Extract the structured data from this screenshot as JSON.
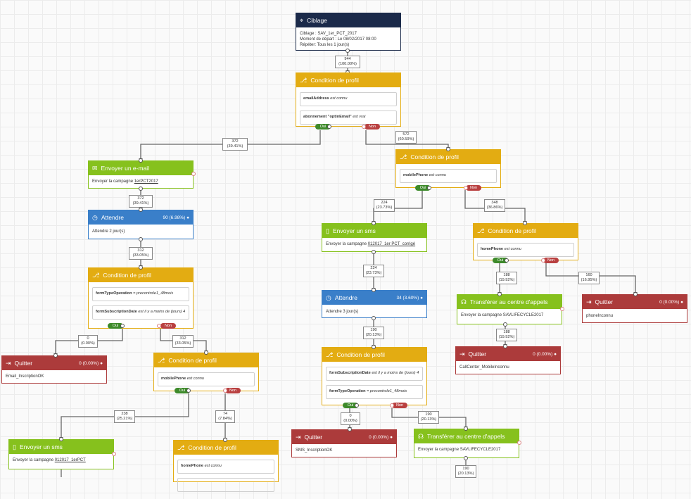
{
  "nodes": {
    "ciblage": {
      "title": "Ciblage",
      "line1": "Ciblage : SAV_1er_PCT_2017",
      "line2": "Moment de départ : Le 08/02/2017 08:00",
      "line3": "Répéter: Tous les 1 jour(s)"
    },
    "cond1": {
      "title": "Condition de profil",
      "c1_field": "emailAddress",
      "c1_op": "est connu",
      "c2_field": "abonnement \"optinEmail\"",
      "c2_op": "est vrai"
    },
    "email1": {
      "title": "Envoyer un e-mail",
      "text": "Envoyer la campagne",
      "campaign": "1erPCT2017"
    },
    "wait1": {
      "title": "Attendre",
      "count": "90 (6.98%)",
      "text": "Attendre 2 jour(s)"
    },
    "cond2": {
      "title": "Condition de profil",
      "c1_field": "formTypeOperation",
      "c1_op": "=",
      "c1_val": "precontrole1_48mois",
      "c2_field": "formSubscriptionDate",
      "c2_op": "est il y a moins de (jours)",
      "c2_val": "4"
    },
    "quit1": {
      "title": "Quitter",
      "count": "0 (0.00%)",
      "text": "Email_InscriptionOK"
    },
    "cond3": {
      "title": "Condition de profil",
      "c1_field": "mobilePhone",
      "c1_op": "est connu"
    },
    "sms2": {
      "title": "Envoyer un sms",
      "text": "Envoyer la campagne",
      "campaign": "012017_1erPCT"
    },
    "cond4": {
      "title": "Condition de profil",
      "c1_field": "homePhone",
      "c1_op": "est connu"
    },
    "cond5": {
      "title": "Condition de profil",
      "c1_field": "mobilePhone",
      "c1_op": "est connu"
    },
    "sms1": {
      "title": "Envoyer un sms",
      "text": "Envoyer la campagne",
      "campaign": "012017_1er PCT_corrigé"
    },
    "wait2": {
      "title": "Attendre",
      "count": "34 (3.60%)",
      "text": "Attendre 3 jour(s)"
    },
    "cond6": {
      "title": "Condition de profil",
      "c1_field": "formSubscriptionDate",
      "c1_op": "est il y a moins de (jours)",
      "c1_val": "4",
      "c2_field": "formTypeOperation",
      "c2_op": "=",
      "c2_val": "precontrole1_48mois"
    },
    "quit2": {
      "title": "Quitter",
      "count": "0 (0.00%)",
      "text": "SMS_InscriptionOK"
    },
    "call2": {
      "title": "Transférer au centre d'appels",
      "text": "Envoyer la campagne SAVLIFECYCLE2017"
    },
    "cond7": {
      "title": "Condition de profil",
      "c1_field": "homePhone",
      "c1_op": "est connu"
    },
    "call1": {
      "title": "Transférer au centre d'appels",
      "text": "Envoyer la campagne SAVLIFECYCLE2017"
    },
    "quit3": {
      "title": "Quitter",
      "count": "0 (0.00%)",
      "text": "CallCenter_MobileInconnu"
    },
    "quit4": {
      "title": "Quitter",
      "count": "0 (0.00%)",
      "text": "phoneInconnu"
    }
  },
  "branch": {
    "oui": "Oui",
    "non": "Non"
  },
  "labels": {
    "l944": {
      "a": "944",
      "b": "(100.00%)"
    },
    "l372a": {
      "a": "372",
      "b": "(39.41%)"
    },
    "l572": {
      "a": "572",
      "b": "(60.59%)"
    },
    "l372b": {
      "a": "372",
      "b": "(39.41%)"
    },
    "l312a": {
      "a": "312",
      "b": "(33.05%)"
    },
    "l0a": {
      "a": "0",
      "b": "(0.00%)"
    },
    "l312b": {
      "a": "312",
      "b": "(33.05%)"
    },
    "l238": {
      "a": "238",
      "b": "(25.21%)"
    },
    "l74": {
      "a": "74",
      "b": "(7.84%)"
    },
    "l224a": {
      "a": "224",
      "b": "(23.73%)"
    },
    "l348": {
      "a": "348",
      "b": "(36.86%)"
    },
    "l224b": {
      "a": "224",
      "b": "(23.73%)"
    },
    "l190a": {
      "a": "190",
      "b": "(20.13%)"
    },
    "l0b": {
      "a": "0",
      "b": "(0.00%)"
    },
    "l190b": {
      "a": "190",
      "b": "(20.13%)"
    },
    "l190c": {
      "a": "190",
      "b": "(20.13%)"
    },
    "l188a": {
      "a": "188",
      "b": "(19.92%)"
    },
    "l160": {
      "a": "160",
      "b": "(16.95%)"
    },
    "l188b": {
      "a": "188",
      "b": "(19.92%)"
    }
  },
  "colors": {
    "navy": "#1b2a4a",
    "yellow": "#e3ac12",
    "green": "#86c11d",
    "blue": "#3a7fc9",
    "red": "#ac3b3b"
  },
  "icons": {
    "ciblage": "target-icon",
    "condition": "branch-icon",
    "email": "envelope-icon",
    "wait": "clock-icon",
    "quit": "exit-icon",
    "sms": "phone-icon",
    "call": "headset-icon",
    "user": "user-icon"
  }
}
